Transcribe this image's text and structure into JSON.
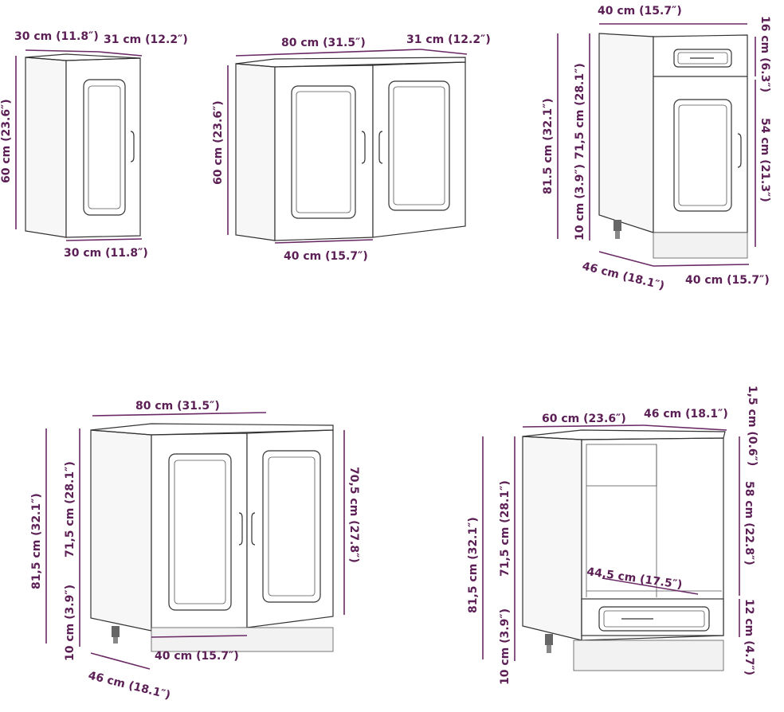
{
  "colors": {
    "dimension": "#5b1f55",
    "outline": "#333333"
  },
  "cabinets": [
    {
      "name": "wall-cabinet-30",
      "labels": {
        "width_top": "30 cm (11.8″)",
        "depth_top": "31 cm (12.2″)",
        "height": "60 cm (23.6″)",
        "width_bottom": "30 cm (11.8″)"
      }
    },
    {
      "name": "wall-cabinet-80",
      "labels": {
        "width_top": "80 cm (31.5″)",
        "depth_top": "31 cm (12.2″)",
        "height": "60 cm (23.6″)",
        "door_width": "40 cm (15.7″)"
      }
    },
    {
      "name": "base-cabinet-drawer-40",
      "labels": {
        "width_top": "40 cm (15.7″)",
        "total_height": "81.5 cm (32.1″)",
        "body_height": "71,5 cm (28.1″)",
        "leg_height": "10 cm (3.9″)",
        "drawer_height": "16 cm (6.3″)",
        "door_height": "54 cm (21.3″)",
        "depth": "46 cm (18.1″)",
        "width_bottom": "40 cm (15.7″)"
      }
    },
    {
      "name": "sink-base-cabinet-80",
      "labels": {
        "width_top": "80 cm (31.5″)",
        "total_height": "81,5 cm (32.1″)",
        "body_height": "71,5 cm (28.1″)",
        "leg_height": "10 cm (3.9″)",
        "door_height": "70,5 cm (27.8″)",
        "door_width": "40 cm (15.7″)",
        "depth": "46 cm (18.1″)"
      }
    },
    {
      "name": "oven-cabinet-60",
      "labels": {
        "width_top": "60 cm (23.6″)",
        "depth_top": "46 cm (18.1″)",
        "top_thickness": "1,5 cm (0.6″)",
        "opening_height": "58 cm (22.8″)",
        "drawer_height": "12 cm (4.7″)",
        "inner_depth": "44,5 cm (17.5″)",
        "total_height": "81,5 cm (32.1″)",
        "body_height": "71,5 cm (28.1″)",
        "leg_height": "10 cm (3.9″)"
      }
    }
  ]
}
